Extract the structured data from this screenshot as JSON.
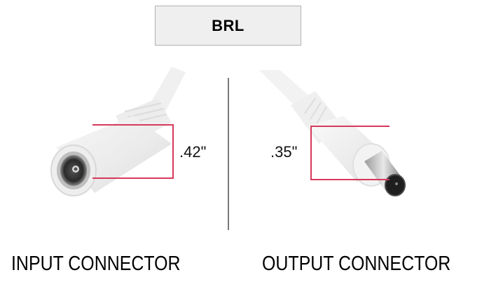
{
  "title": "BRL",
  "left_panel": {
    "dimension_label": ".42\"",
    "caption": "INPUT CONNECTOR"
  },
  "right_panel": {
    "dimension_label": ".35\"",
    "caption": "OUTPUT CONNECTOR"
  },
  "colors": {
    "dimension_line": "#d63a5c",
    "title_bg": "#efefef",
    "divider": "#7a7a7a"
  }
}
